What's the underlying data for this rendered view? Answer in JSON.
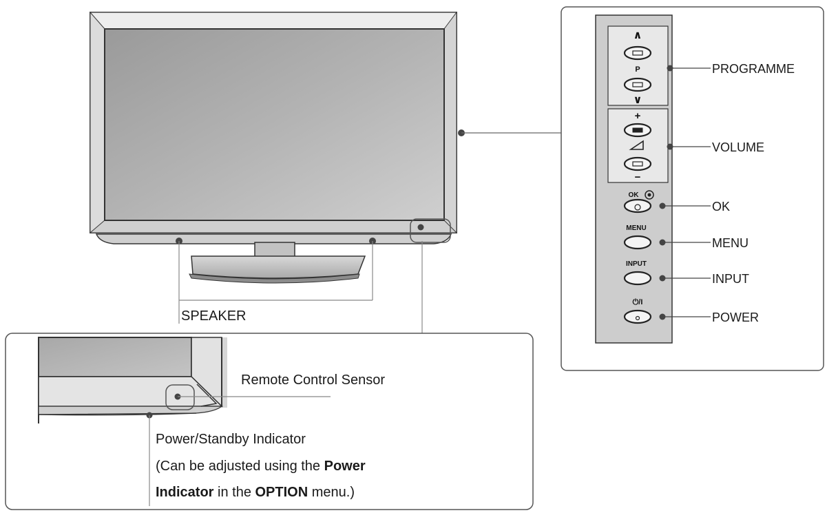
{
  "labels": {
    "programme": "PROGRAMME",
    "volume": "VOLUME",
    "ok": "OK",
    "menu": "MENU",
    "input": "INPUT",
    "power": "POWER",
    "speaker": "SPEAKER",
    "remote_sensor": "Remote Control Sensor",
    "power_indicator": "Power/Standby Indicator"
  },
  "note": {
    "open": "(Can be adjusted using the ",
    "bold1": "Power",
    "bold2": "Indicator",
    "mid": " in the ",
    "bold3": "OPTION",
    "end": " menu.)"
  },
  "panel_marks": {
    "up": "∧",
    "p": "P",
    "down": "∨",
    "plus": "+",
    "minus": "−",
    "ok": "OK",
    "menu": "MENU",
    "input": "INPUT",
    "power": "⏻/I"
  }
}
